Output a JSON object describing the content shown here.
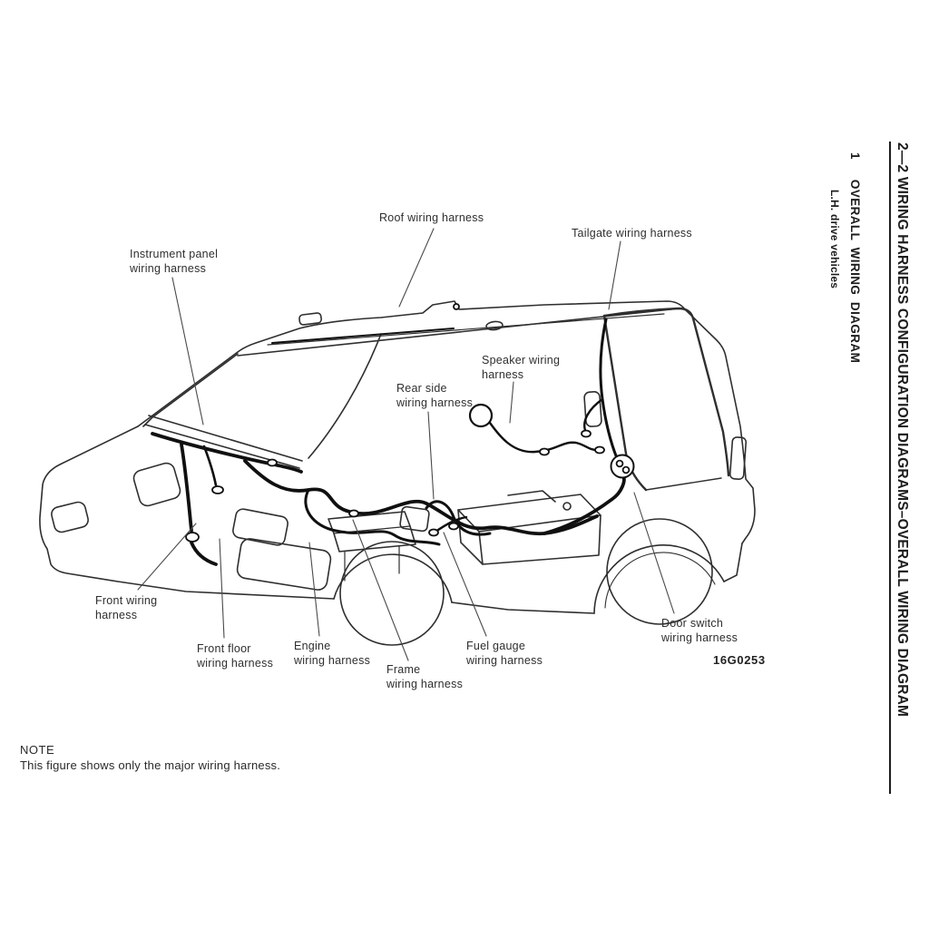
{
  "page": {
    "background": "#ffffff",
    "ink": "#2e2e2e",
    "harness_ink": "#101010"
  },
  "header": {
    "title": "2—2 WIRING HARNESS CONFIGURATION DIAGRAMS–OVERALL WIRING DIAGRAM",
    "section_number": "1",
    "section_title": "OVERALL WIRING DIAGRAM",
    "subtitle": "L.H. drive vehicles"
  },
  "figure": {
    "code": "16G0253",
    "labels": [
      {
        "id": "roof",
        "line1": "Roof wiring harness",
        "line2": ""
      },
      {
        "id": "tailgate",
        "line1": "Tailgate wiring harness",
        "line2": ""
      },
      {
        "id": "instrument",
        "line1": "Instrument panel",
        "line2": "wiring harness"
      },
      {
        "id": "speaker",
        "line1": "Speaker wiring",
        "line2": "harness"
      },
      {
        "id": "rear-side",
        "line1": "Rear side",
        "line2": "wiring harness"
      },
      {
        "id": "front",
        "line1": "Front wiring",
        "line2": "harness"
      },
      {
        "id": "front-floor",
        "line1": "Front floor",
        "line2": "wiring harness"
      },
      {
        "id": "engine",
        "line1": "Engine",
        "line2": "wiring harness"
      },
      {
        "id": "frame",
        "line1": "Frame",
        "line2": "wiring harness"
      },
      {
        "id": "fuel-gauge",
        "line1": "Fuel gauge",
        "line2": "wiring harness"
      },
      {
        "id": "door-switch",
        "line1": "Door switch",
        "line2": "wiring harness"
      }
    ]
  },
  "note": {
    "title": "NOTE",
    "body": "This figure shows only the major wiring harness."
  }
}
